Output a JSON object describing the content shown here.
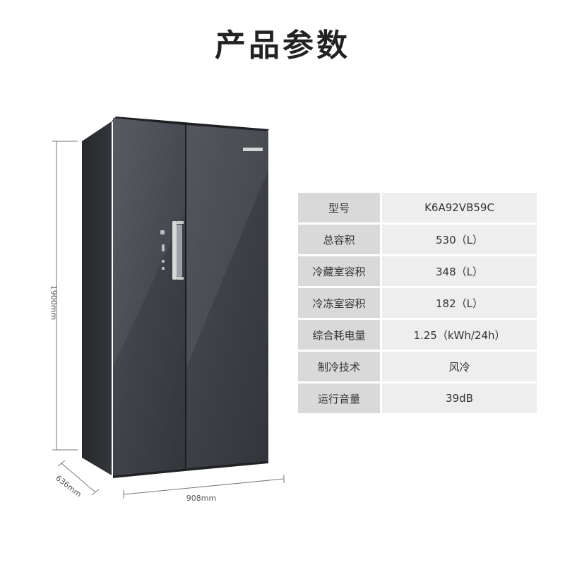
{
  "page": {
    "title": "产品参数"
  },
  "product": {
    "image_label": "refrigerator",
    "dimensions": {
      "height": "1900mm",
      "width": "908mm",
      "depth": "636mm"
    },
    "colors": {
      "body": "#3f4248",
      "side": "#2c2e33",
      "handle": "#d8d8d8"
    }
  },
  "specs": {
    "rows": [
      {
        "label": "型号",
        "value": "K6A92VB59C"
      },
      {
        "label": "总容积",
        "value": "530（L）"
      },
      {
        "label": "冷藏室容积",
        "value": "348（L）"
      },
      {
        "label": "冷冻室容积",
        "value": "182（L）"
      },
      {
        "label": "综合耗电量",
        "value": "1.25（kWh/24h）"
      },
      {
        "label": "制冷技术",
        "value": "风冷"
      },
      {
        "label": "运行音量",
        "value": "39dB"
      }
    ],
    "colors": {
      "label_bg": "#d9d9d9",
      "value_bg": "#eeeeee"
    }
  }
}
